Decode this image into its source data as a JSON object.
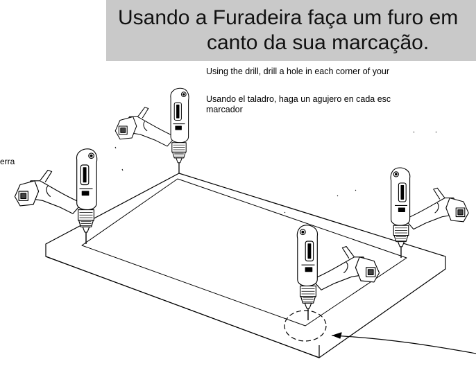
{
  "document": {
    "title_pt_line1": "Usando a Furadeira faça um furo em",
    "title_pt_line2": "canto da sua marcação.",
    "text_en": "Using the drill, drill a hole in each corner of your",
    "text_es_line1": "Usando el taladro, haga un agujero en cada esc",
    "text_es_line2": "marcador",
    "side_text": "erra"
  },
  "colors": {
    "banner": "#c9c9c9",
    "ink": "#000000"
  },
  "illustration": {
    "subject": "board with four cordless drills drilling corner holes",
    "callout": "dashed circle highlighting drill bit at corner"
  }
}
